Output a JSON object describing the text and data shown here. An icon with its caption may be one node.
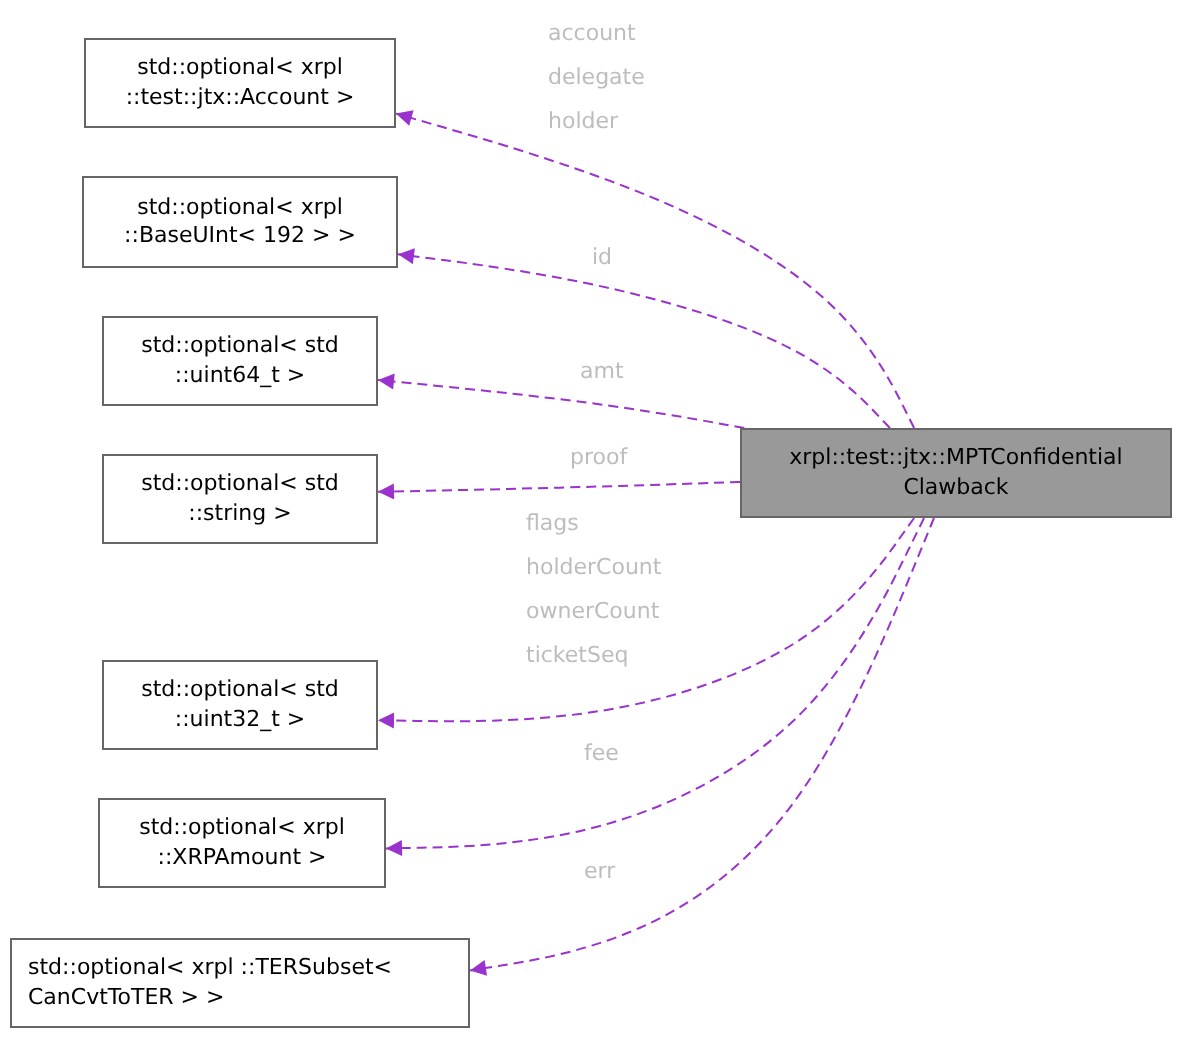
{
  "diagram": {
    "nodes": [
      {
        "text": [
          "std::optional< xrpl ::test::jtx::Account >"
        ]
      },
      {
        "text": [
          "std::optional< xrpl ::BaseUInt< 192 > >"
        ]
      },
      {
        "text": [
          "std::optional< std ::uint64_t >"
        ]
      },
      {
        "text": [
          "std::optional< std ::string >"
        ]
      },
      {
        "text": [
          "std::optional< std ::uint32_t >"
        ]
      },
      {
        "text": [
          "std::optional< xrpl ::XRPAmount >"
        ]
      },
      {
        "text": [
          "std::optional< xrpl ::TERSubset< CanCvtToTER > >"
        ]
      },
      {
        "text": [
          "xrpl::test::jtx::MPTConfidential Clawback"
        ]
      }
    ],
    "edges": [
      {
        "from": 7,
        "to": 0,
        "arrow": "to",
        "label": "account delegate holder",
        "style": "dashed"
      },
      {
        "from": 7,
        "to": 1,
        "arrow": "to",
        "label": "id",
        "style": "dashed"
      },
      {
        "from": 7,
        "to": 2,
        "arrow": "to",
        "label": "amt",
        "style": "dashed"
      },
      {
        "from": 7,
        "to": 3,
        "arrow": "to",
        "label": "proof",
        "style": "dashed"
      },
      {
        "from": 7,
        "to": 4,
        "arrow": "to",
        "label": "flags holderCount ownerCount ticketSeq",
        "style": "dashed"
      },
      {
        "from": 7,
        "to": 5,
        "arrow": "to",
        "label": "fee",
        "style": "dashed"
      },
      {
        "from": 7,
        "to": 6,
        "arrow": "to",
        "label": "err",
        "style": "dashed"
      }
    ]
  }
}
